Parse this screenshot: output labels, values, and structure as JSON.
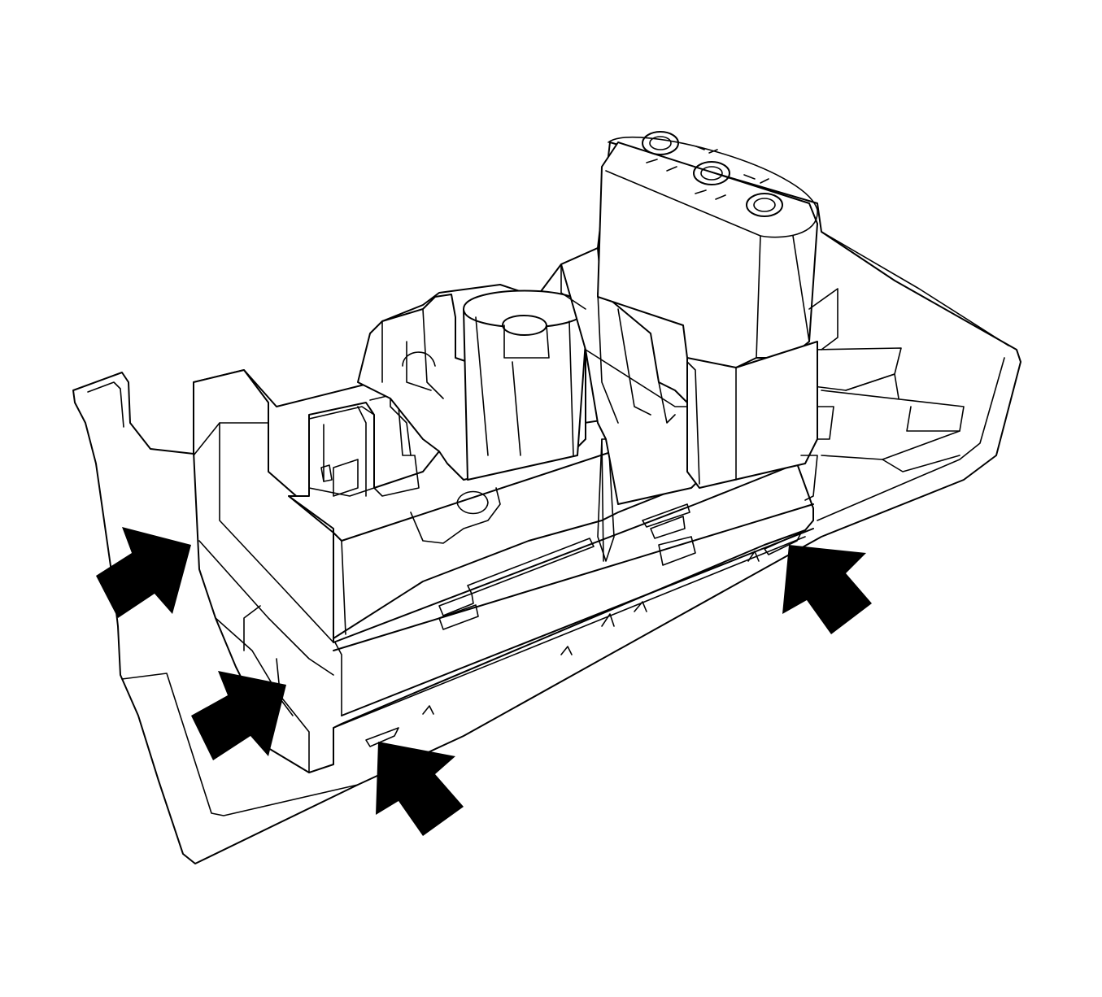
{
  "diagram": {
    "subject": "bezel-with-switch-assembly",
    "line_color": "#000000",
    "background_color": "#ffffff",
    "callouts": [
      {
        "id": "arrow-upper-left",
        "icon": "arrow-icon"
      },
      {
        "id": "arrow-lower-left",
        "icon": "arrow-icon"
      },
      {
        "id": "arrow-bottom-center",
        "icon": "arrow-icon"
      },
      {
        "id": "arrow-right",
        "icon": "arrow-icon"
      }
    ]
  }
}
